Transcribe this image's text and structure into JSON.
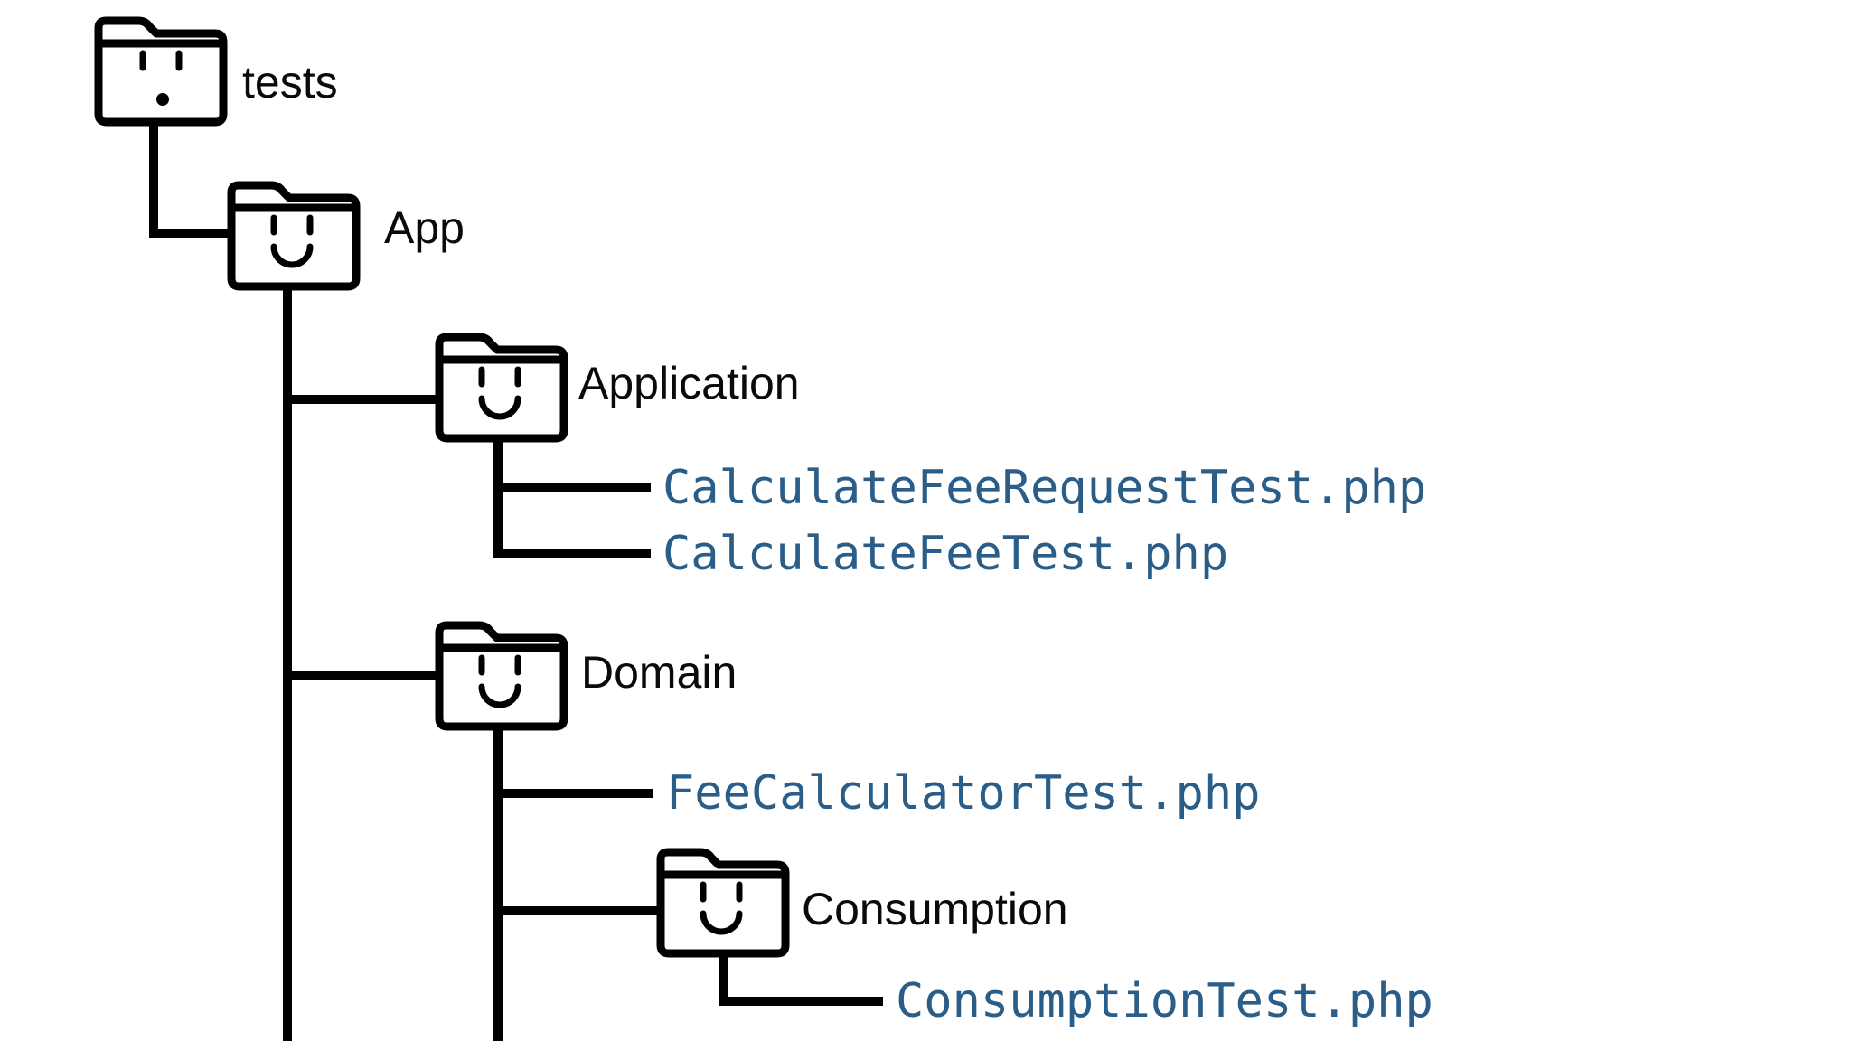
{
  "colors": {
    "background": "#ffffff",
    "line": "#000000",
    "folder_label": "#0a0a0a",
    "file_name": "#2a5d87"
  },
  "icons": {
    "folder_surprised": "folder-with-surprised-face-icon",
    "folder_smile": "folder-with-smiley-face-icon"
  },
  "tree": {
    "name": "tests",
    "type": "folder",
    "face": "surprised",
    "children": [
      {
        "name": "App",
        "type": "folder",
        "face": "smile",
        "children": [
          {
            "name": "Application",
            "type": "folder",
            "face": "smile",
            "children": [
              {
                "name": "CalculateFeeRequestTest.php",
                "type": "file"
              },
              {
                "name": "CalculateFeeTest.php",
                "type": "file"
              }
            ]
          },
          {
            "name": "Domain",
            "type": "folder",
            "face": "smile",
            "children": [
              {
                "name": "FeeCalculatorTest.php",
                "type": "file"
              },
              {
                "name": "Consumption",
                "type": "folder",
                "face": "smile",
                "children": [
                  {
                    "name": "ConsumptionTest.php",
                    "type": "file"
                  }
                ]
              }
            ]
          }
        ]
      }
    ]
  }
}
